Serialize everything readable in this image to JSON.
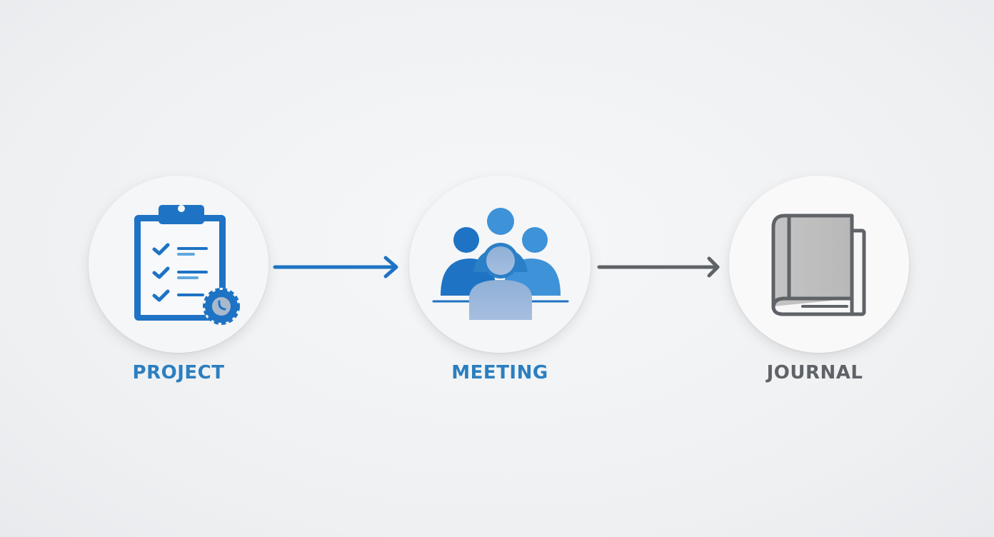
{
  "steps": [
    {
      "label": "PROJECT",
      "icon": "clipboard-checklist-icon",
      "color": "#1e73c4"
    },
    {
      "label": "MEETING",
      "icon": "people-group-icon",
      "color": "#2b7fc7"
    },
    {
      "label": "JOURNAL",
      "icon": "book-icon",
      "color": "#5f6368"
    }
  ],
  "arrows": [
    {
      "color": "#1e73c4"
    },
    {
      "color": "#5f6368"
    }
  ]
}
